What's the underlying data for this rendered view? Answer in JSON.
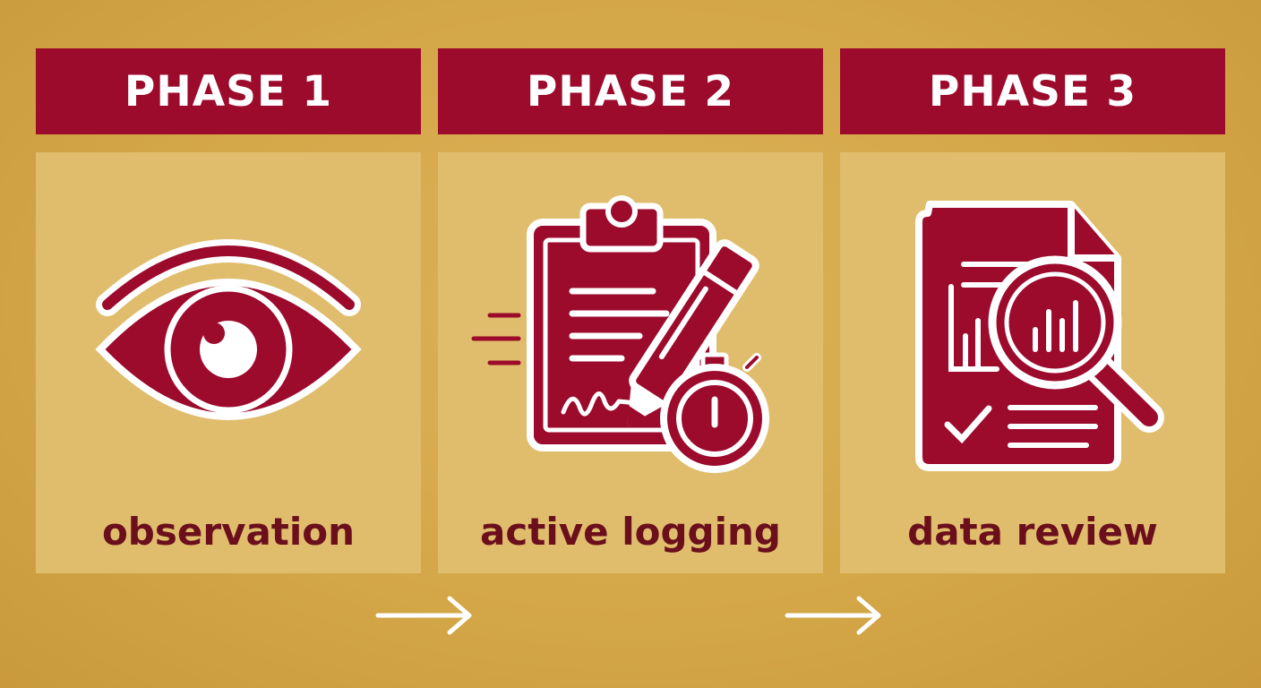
{
  "colors": {
    "background": "#d4a748",
    "panel": "#e0bd6c",
    "header": "#9c0a2c",
    "header_text": "#ffffff",
    "label_text": "#6b0f1c",
    "icon_fill": "#9c0a2c"
  },
  "phases": [
    {
      "title": "PHASE 1",
      "label": "observation",
      "icon": "eye-icon"
    },
    {
      "title": "PHASE 2",
      "label": "active logging",
      "icon": "clipboard-pen-stopwatch-icon"
    },
    {
      "title": "PHASE 3",
      "label": "data review",
      "icon": "document-magnifier-icon"
    }
  ],
  "connectors": [
    {
      "from": 1,
      "to": 2,
      "icon": "arrow-right-icon"
    },
    {
      "from": 2,
      "to": 3,
      "icon": "arrow-right-icon"
    }
  ]
}
